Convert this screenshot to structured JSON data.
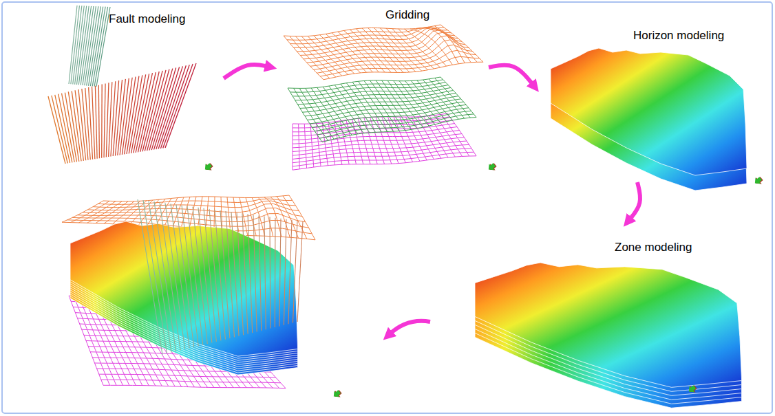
{
  "diagram": {
    "nodes": [
      {
        "text": [
          "Fault modeling"
        ]
      },
      {
        "text": [
          "Gridding"
        ]
      },
      {
        "text": [
          "Horizon modeling"
        ]
      },
      {
        "text": [
          "Zone modeling"
        ]
      }
    ],
    "edges": [
      {
        "from": 0,
        "to": 1,
        "arrow": "to"
      },
      {
        "from": 1,
        "to": 2,
        "arrow": "to"
      },
      {
        "from": 2,
        "to": 3,
        "arrow": "to"
      }
    ]
  }
}
